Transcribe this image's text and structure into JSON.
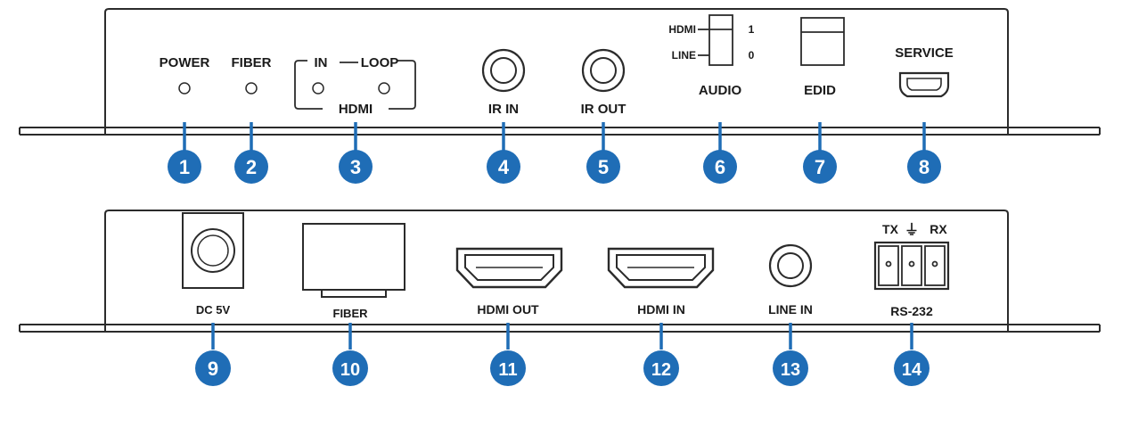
{
  "front_panel": {
    "power_label": "POWER",
    "fiber_label": "FIBER",
    "hdmi_in_label": "IN",
    "hdmi_loop_label": "LOOP",
    "hdmi_group_label": "HDMI",
    "ir_in_label": "IR IN",
    "ir_out_label": "IR OUT",
    "audio_switch": {
      "hdmi_label": "HDMI",
      "line_label": "LINE",
      "pos1_label": "1",
      "pos0_label": "0",
      "group_label": "AUDIO"
    },
    "edid_label": "EDID",
    "service_label": "SERVICE"
  },
  "rear_panel": {
    "dc_label": "DC 5V",
    "fiber_label": "FIBER",
    "hdmi_out_label": "HDMI OUT",
    "hdmi_in_label": "HDMI IN",
    "line_in_label": "LINE IN",
    "rs232": {
      "tx_label": "TX",
      "ground_symbol": "⏚",
      "rx_label": "RX",
      "label": "RS-232"
    }
  },
  "callouts": [
    "1",
    "2",
    "3",
    "4",
    "5",
    "6",
    "7",
    "8",
    "9",
    "10",
    "11",
    "12",
    "13",
    "14"
  ],
  "colors": {
    "callout": "#1f6db6",
    "outline": "#2b2b2b"
  }
}
